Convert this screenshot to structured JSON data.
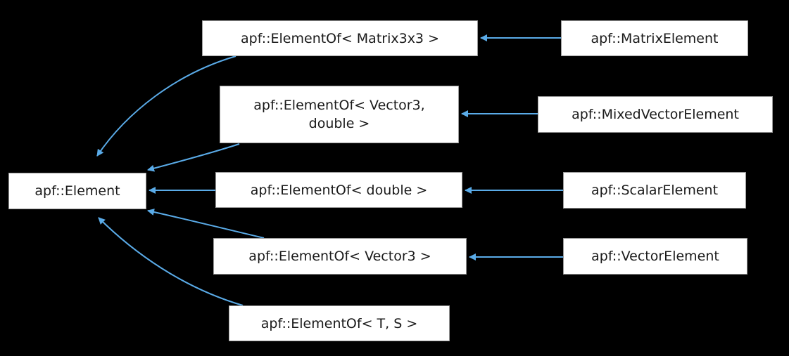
{
  "diagram": {
    "edge_color": "#5aabe8",
    "nodes": {
      "element": "apf::Element",
      "element_of_matrix3x3": "apf::ElementOf< Matrix3x3 >",
      "element_of_vector3_double": "apf::ElementOf< Vector3,\ndouble >",
      "element_of_double": "apf::ElementOf< double >",
      "element_of_vector3": "apf::ElementOf< Vector3 >",
      "element_of_t_s": "apf::ElementOf< T, S >",
      "matrix_element": "apf::MatrixElement",
      "mixed_vector_element": "apf::MixedVectorElement",
      "scalar_element": "apf::ScalarElement",
      "vector_element": "apf::VectorElement"
    }
  }
}
